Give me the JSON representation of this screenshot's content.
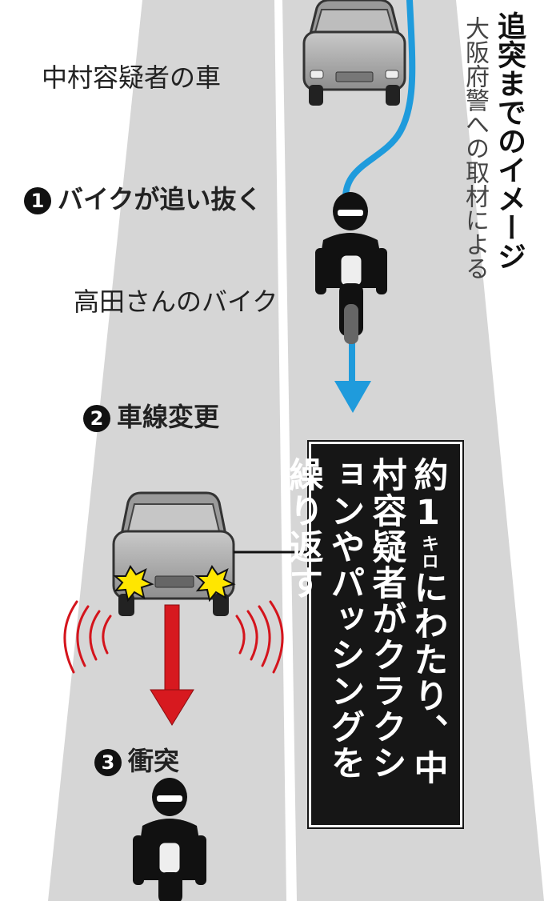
{
  "title": "追突までのイメージ",
  "subtitle": "大阪府警への取材による",
  "labels": {
    "suspect_car": "中村容疑者の車",
    "victim_bike": "高田さんのバイク"
  },
  "steps": [
    {
      "number": "1",
      "text": "バイクが追い抜く"
    },
    {
      "number": "2",
      "text": "車線変更"
    },
    {
      "number": "3",
      "text": "衝突"
    }
  ],
  "callout": {
    "prefix": "約1",
    "unit": "キロ",
    "rest": "にわたり、中村容疑者がクラクションやパッシングを繰り返す"
  },
  "colors": {
    "road": "#d6d6d6",
    "lane_line": "#ffffff",
    "path_blue": "#1f9bdc",
    "arrow_red": "#d7191f",
    "headlight": "#ffe600",
    "horn_waves": "#d4141c"
  }
}
